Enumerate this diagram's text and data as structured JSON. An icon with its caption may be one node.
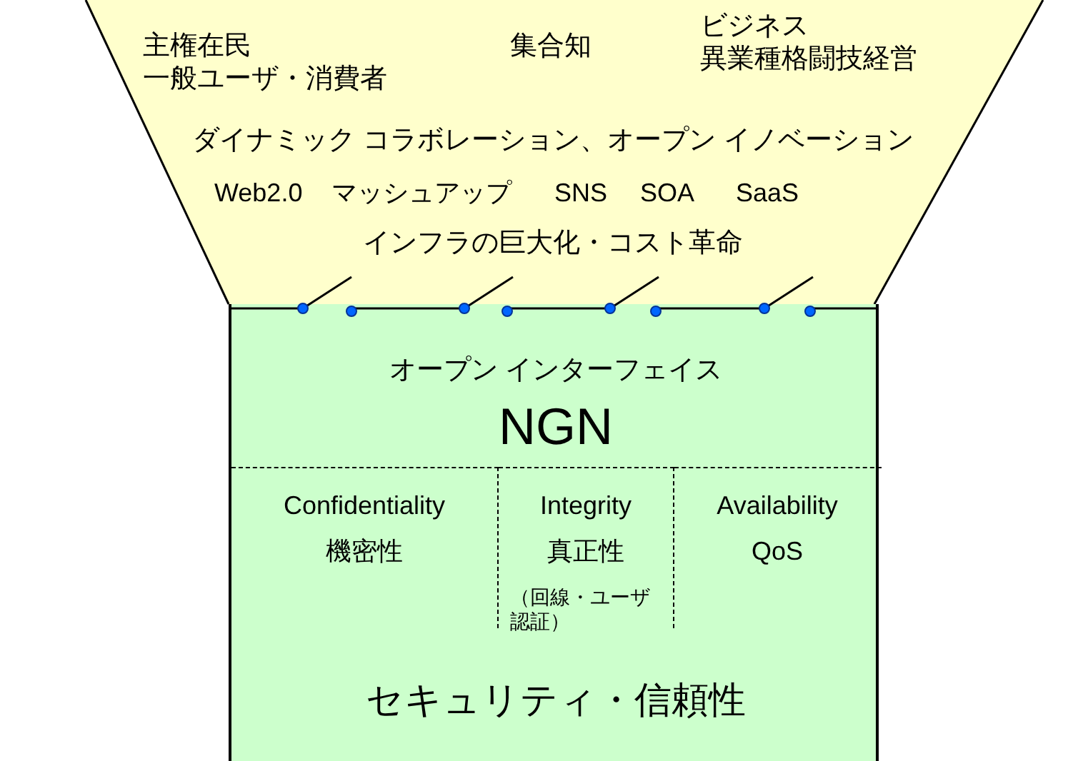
{
  "diagram": {
    "nodes": [
      {
        "text": [
          "主権在民一般ユーザ・消費者",
          "集合知",
          "ビジネス異業種格闘技経営",
          "ダイナミック コラボレーション、オープン イノベーション",
          "Web2.0",
          "マッシュアップ",
          "SNS",
          "SOA",
          "SaaS",
          "インフラの巨大化・コスト革命"
        ]
      },
      {
        "text": [
          "オープン インターフェイス",
          "NGN",
          "セキュリティ・信頼性"
        ]
      },
      {
        "text": [
          "Confidentiality",
          "機密性"
        ],
        "in": 1
      },
      {
        "text": [
          "Integrity",
          "真正性",
          "（回線・ユーザ認証）"
        ],
        "in": 1
      },
      {
        "text": [
          "Availability",
          "QoS"
        ],
        "in": 1
      }
    ],
    "edges": []
  }
}
